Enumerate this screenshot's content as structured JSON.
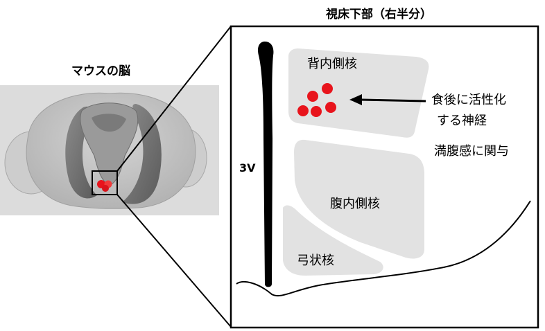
{
  "brain": {
    "title": "マウスの脳"
  },
  "panel": {
    "title": "視床下部（右半分）",
    "third_ventricle": "3V",
    "nuclei": {
      "dorsomedial": "背内側核",
      "ventromedial": "腹内側核",
      "arcuate": "弓状核"
    },
    "annotation": {
      "line1": "食後に活性化",
      "line2": "する神経",
      "line3": "満腹感に関与"
    }
  },
  "colors": {
    "neuron": "#e8141c",
    "nucleus_fill": "#e2e2e2",
    "brain_bg": "#dcdcdc",
    "outline": "#000000"
  }
}
